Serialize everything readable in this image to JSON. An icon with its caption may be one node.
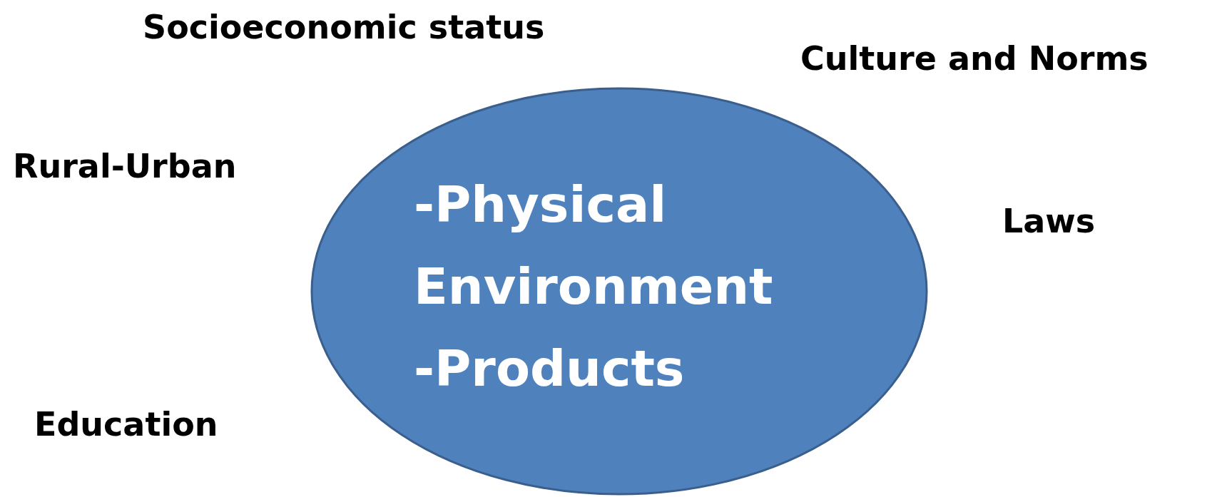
{
  "diagram": {
    "nodes": [
      {
        "text": [
          "-Physical Environment",
          "-Products"
        ]
      }
    ],
    "labels": [
      "Socioeconomic status",
      "Culture and Norms",
      "Rural-Urban",
      "Laws",
      "Education"
    ]
  }
}
